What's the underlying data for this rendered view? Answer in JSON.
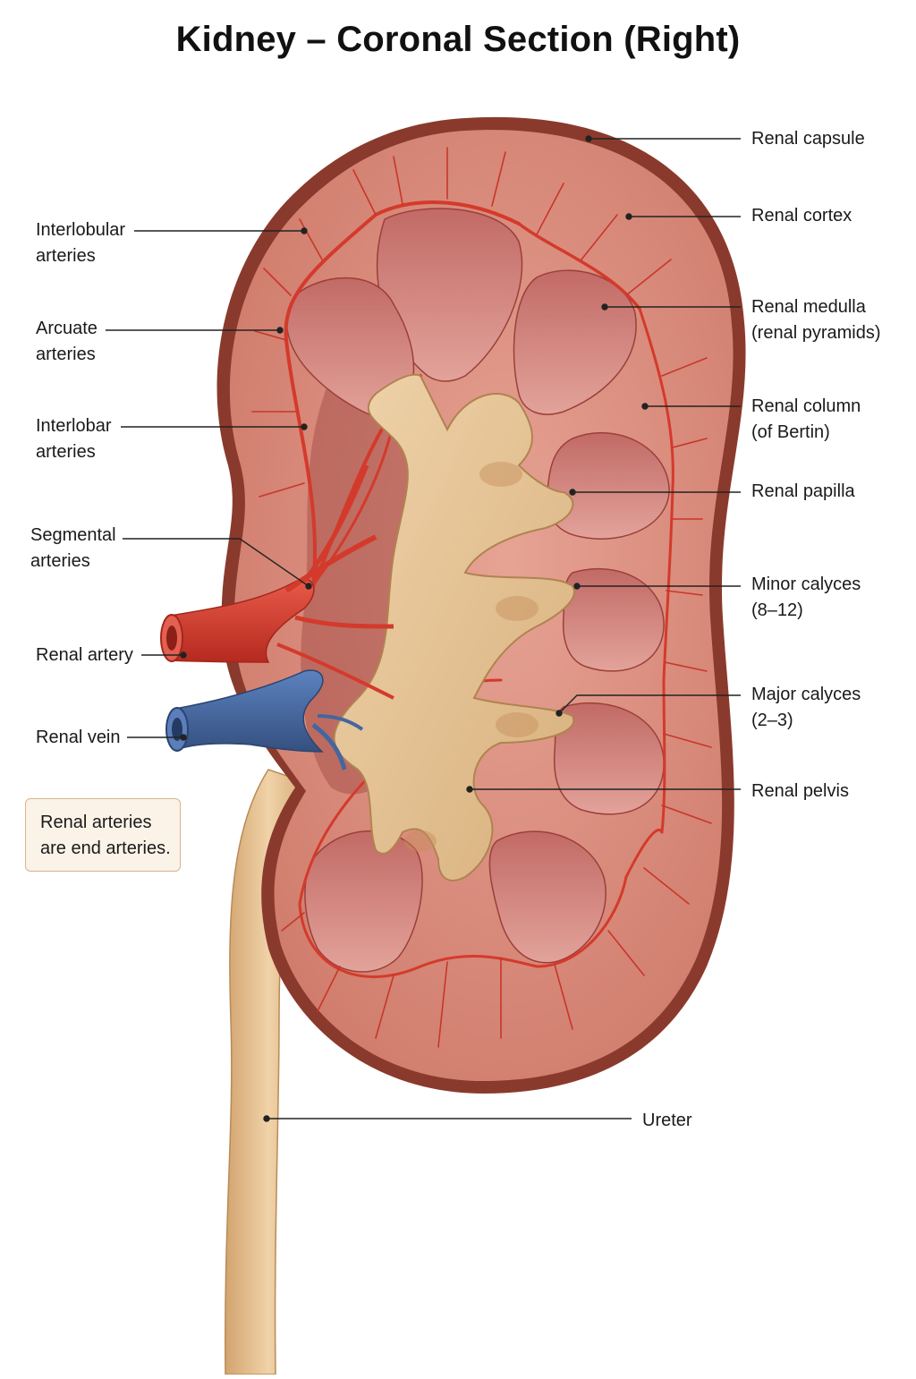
{
  "title": "Kidney – Coronal Section (Right)",
  "labels": {
    "renal_capsule": "Renal capsule",
    "renal_cortex": "Renal cortex",
    "renal_medulla": [
      "Renal medulla",
      "(renal pyramids)"
    ],
    "renal_column": [
      "Renal column",
      "(of Bertin)"
    ],
    "renal_papilla": "Renal papilla",
    "minor_calyces": [
      "Minor calyces",
      "(8–12)"
    ],
    "major_calyces": [
      "Major calyces",
      "(2–3)"
    ],
    "renal_pelvis": "Renal pelvis",
    "ureter": "Ureter",
    "interlobular_arteries": [
      "Interlobular",
      "arteries"
    ],
    "arcuate_arteries": [
      "Arcuate",
      "arteries"
    ],
    "interlobar_arteries": [
      "Interlobar",
      "arteries"
    ],
    "segmental_arteries": [
      "Segmental",
      "arteries"
    ],
    "renal_artery": "Renal artery",
    "renal_vein": "Renal vein"
  },
  "note": [
    "Renal arteries",
    "are end arteries."
  ],
  "colors": {
    "capsule": "#8a3a2c",
    "cortex": "#d98b7c",
    "medulla": "#b85a55",
    "pelvis": "#e3c194",
    "artery": "#d43a2c",
    "vein": "#4466a0",
    "note_border": "#d9b48a",
    "note_bg": "#fbf3e8"
  }
}
